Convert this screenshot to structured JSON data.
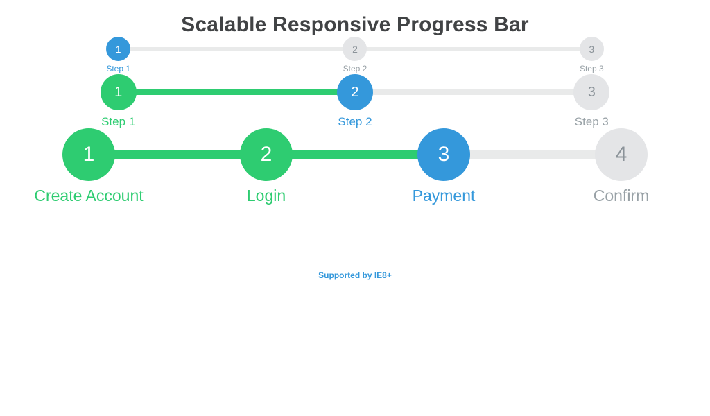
{
  "page": {
    "title": "Scalable Responsive Progress Bar",
    "footer_note": "Supported by IE8+"
  },
  "colors": {
    "active_blue": "#3498db",
    "complete_green": "#2ecc71",
    "upcoming_circle_gray": "#e4e5e7",
    "track_gray": "#e9eaea",
    "upcoming_text_gray": "#98a1a6",
    "title_text": "#414345"
  },
  "bars": [
    {
      "name": "small",
      "steps": [
        {
          "number": "1",
          "label": "Step 1",
          "state": "active",
          "connector": ""
        },
        {
          "number": "2",
          "label": "Step 2",
          "state": "upcoming",
          "connector": "gray"
        },
        {
          "number": "3",
          "label": "Step 3",
          "state": "upcoming",
          "connector": "gray"
        }
      ]
    },
    {
      "name": "medium",
      "steps": [
        {
          "number": "1",
          "label": "Step 1",
          "state": "complete",
          "connector": ""
        },
        {
          "number": "2",
          "label": "Step 2",
          "state": "active",
          "connector": "green"
        },
        {
          "number": "3",
          "label": "Step 3",
          "state": "upcoming",
          "connector": "gray"
        }
      ]
    },
    {
      "name": "large",
      "steps": [
        {
          "number": "1",
          "label": "Create Account",
          "state": "complete",
          "connector": ""
        },
        {
          "number": "2",
          "label": "Login",
          "state": "complete",
          "connector": "green"
        },
        {
          "number": "3",
          "label": "Payment",
          "state": "active",
          "connector": "green"
        },
        {
          "number": "4",
          "label": "Confirm",
          "state": "upcoming",
          "connector": "gray"
        }
      ]
    }
  ]
}
